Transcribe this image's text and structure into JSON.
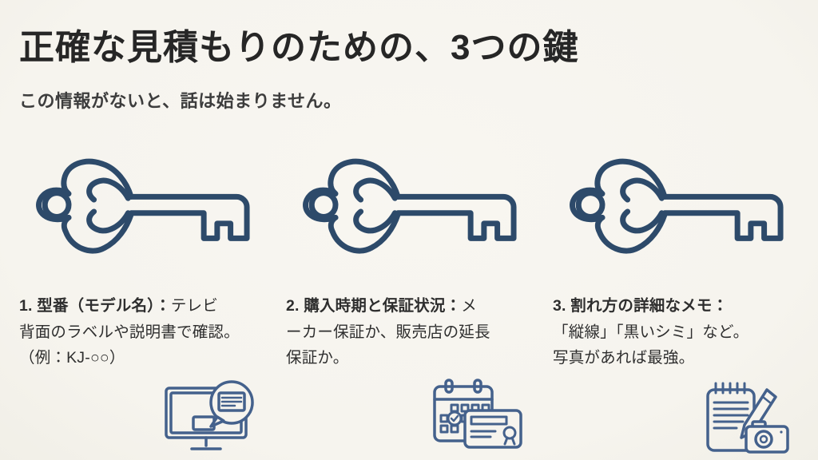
{
  "slide": {
    "title": "正確な見積もりのための、3つの鍵",
    "subtitle": "この情報がないと、話は始まりません。",
    "items": [
      {
        "lead": "1. 型番（モデル名）：",
        "body": "テレビ\n背面のラベルや説明書で確認。\n（例：KJ-○○）",
        "icon": "tv-model-label-icon"
      },
      {
        "lead": "2. 購入時期と保証状況：",
        "body": "メ\nーカー保証か、販売店の延長\n保証か。",
        "icon": "calendar-warranty-icon"
      },
      {
        "lead": "3. 割れ方の詳細なメモ：",
        "body": "\n「縦線」「黒いシミ」など。\n写真があれば最強。",
        "icon": "notepad-pen-camera-icon"
      }
    ],
    "colors": {
      "background": "#f6f4ee",
      "key_stroke": "#2d4a6a",
      "icon_stroke": "#44618c",
      "title_text": "#262626",
      "body_text": "#2e2e2e"
    }
  }
}
